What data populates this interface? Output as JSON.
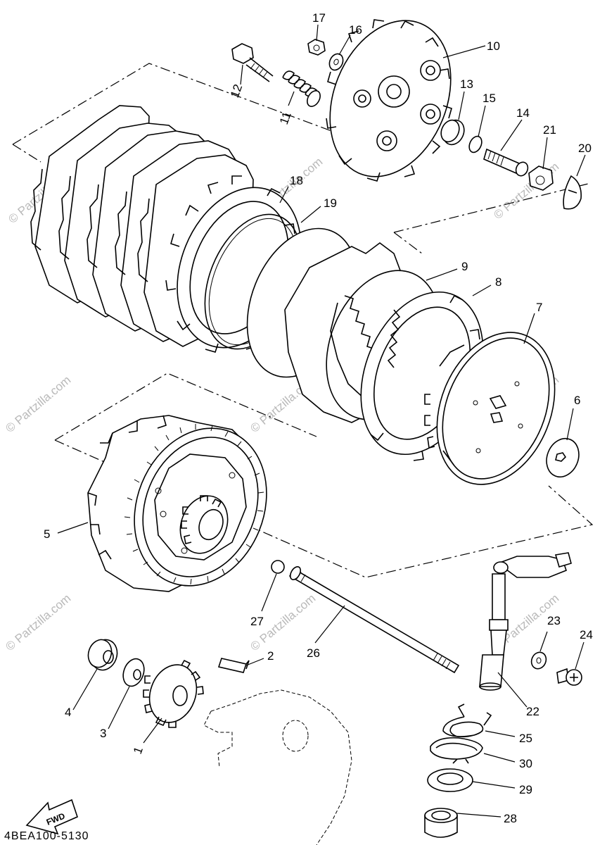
{
  "diagram": {
    "drawing_code": "4BEA100-5130",
    "fwd_label": "FWD",
    "watermark": "© Partzilla.com",
    "callouts": [
      "1",
      "2",
      "3",
      "4",
      "5",
      "6",
      "7",
      "8",
      "9",
      "10",
      "11",
      "12",
      "13",
      "14",
      "15",
      "16",
      "17",
      "18",
      "19",
      "20",
      "21",
      "22",
      "23",
      "24",
      "25",
      "26",
      "27",
      "28",
      "29",
      "30"
    ]
  }
}
